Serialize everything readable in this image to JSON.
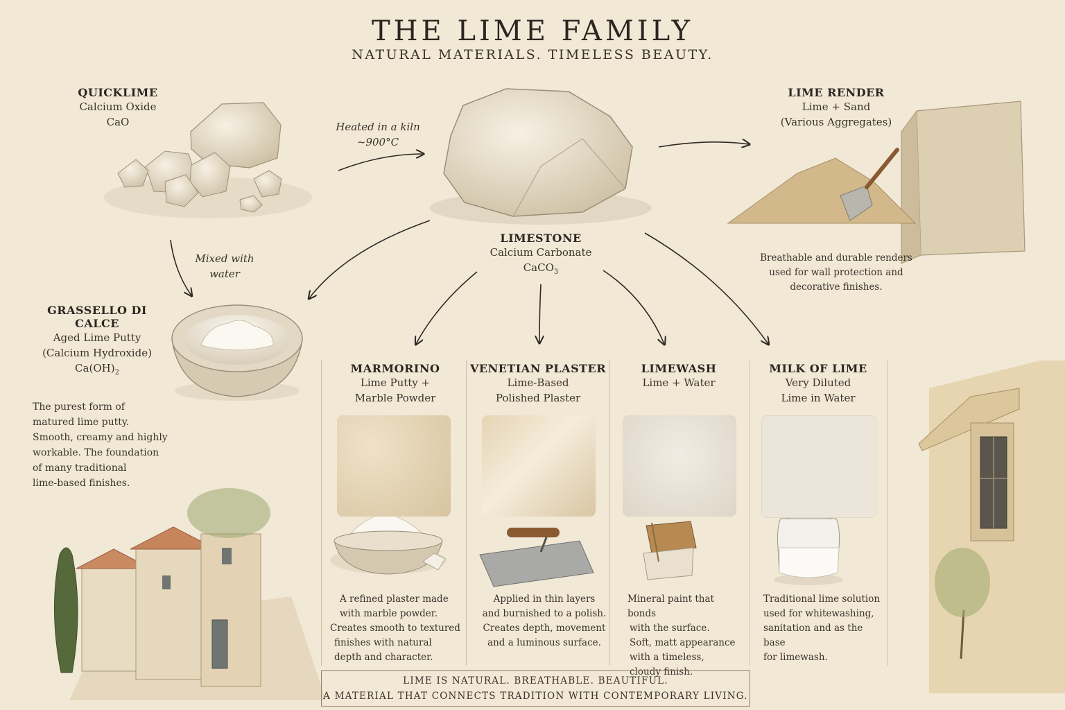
{
  "title": "THE LIME FAMILY",
  "subtitle": "NATURAL MATERIALS. TIMELESS BEAUTY.",
  "limestone": {
    "name": "LIMESTONE",
    "chem_name": "Calcium Carbonate",
    "formula": "CaCO",
    "formula_sub": "3"
  },
  "quicklime": {
    "name": "QUICKLIME",
    "chem_name": "Calcium Oxide",
    "formula": "CaO"
  },
  "render": {
    "name": "LIME RENDER",
    "line1": "Lime + Sand",
    "line2": "(Various Aggregates)",
    "desc": [
      "Breathable and durable renders",
      "used for wall protection and",
      "decorative finishes."
    ]
  },
  "grassello": {
    "name": "GRASSELLO DI CALCE",
    "line1": "Aged Lime Putty",
    "line2": "(Calcium Hydroxide)",
    "formula": "Ca(OH)",
    "formula_sub": "2",
    "desc": [
      "The purest form of",
      "matured lime putty.",
      "Smooth, creamy and highly",
      "workable. The foundation",
      "of many traditional",
      "lime-based finishes."
    ]
  },
  "notes": {
    "kiln_1": "Heated in a kiln",
    "kiln_2": "~900°C",
    "water_1": "Mixed with",
    "water_2": "water"
  },
  "finishes": [
    {
      "name": "MARMORINO",
      "line1": "Lime Putty +",
      "line2": "Marble Powder",
      "desc": [
        "A refined plaster made",
        "with marble powder.",
        "Creates smooth to textured",
        "finishes with natural",
        "depth and character."
      ],
      "swatch_color": "#ddccac"
    },
    {
      "name": "VENETIAN PLASTER",
      "line1": "Lime-Based",
      "line2": "Polished Plaster",
      "desc": [
        "Applied in thin layers",
        "and burnished to a polish.",
        "Creates depth, movement",
        "and a luminous surface."
      ],
      "swatch_color": "#e4d4b6"
    },
    {
      "name": "LIMEWASH",
      "line1": "Lime + Water",
      "line2": "",
      "desc": [
        "Mineral paint that bonds",
        "with the surface.",
        "Soft, matt appearance",
        "with a timeless,",
        "cloudy finish."
      ],
      "swatch_color": "#e9e2d6"
    },
    {
      "name": "MILK OF LIME",
      "line1": "Very Diluted",
      "line2": "Lime in Water",
      "desc": [
        "Traditional lime solution",
        "used for whitewashing,",
        "sanitation and as the base",
        "for limewash."
      ],
      "swatch_color": "#ece6da"
    }
  ],
  "footer": {
    "line1": "LIME IS NATURAL. BREATHABLE. BEAUTIFUL.",
    "line2": "A MATERIAL THAT CONNECTS TRADITION WITH CONTEMPORARY LIVING."
  },
  "colors": {
    "background": "#f1e8d6",
    "ink": "#2f2a24",
    "stone": "#e6dcc8",
    "sand": "#d2b88a"
  }
}
